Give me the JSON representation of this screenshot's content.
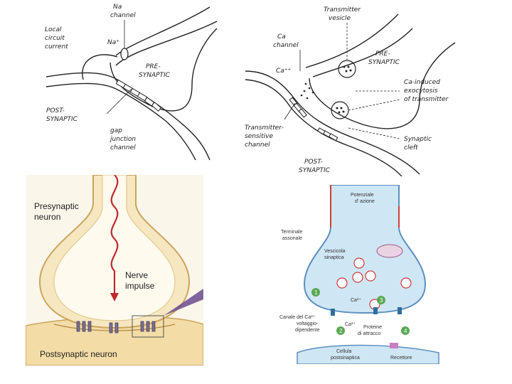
{
  "electrical": {
    "no_channel": [
      "Na",
      "channel"
    ],
    "local_current": [
      "Local",
      "circuit",
      "current"
    ],
    "na_ion": "Na⁺",
    "pre": [
      "PRE-",
      "SYNAPTIC"
    ],
    "post": [
      "POST-",
      "SYNAPTIC"
    ],
    "gap": [
      "gap",
      "junction",
      "channel"
    ]
  },
  "chemical": {
    "vesicle": [
      "Transmitter",
      "vesicle"
    ],
    "ca_channel": [
      "Ca",
      "channel"
    ],
    "ca_ion": "Ca⁺⁺",
    "pre": [
      "PRE-",
      "SYNAPTIC"
    ],
    "exocytosis": [
      "Ca-induced",
      "exocytosis",
      "of transmitter"
    ],
    "sensitive": [
      "Transmitter-",
      "sensitive",
      "channel"
    ],
    "cleft": [
      "Synaptic",
      "cleft"
    ],
    "post": [
      "POST-",
      "SYNAPTIC"
    ]
  },
  "neuron": {
    "presynaptic": [
      "Presynaptic",
      "neuron"
    ],
    "impulse": [
      "Nerve",
      "impulse"
    ],
    "postsynaptic": "Postsynaptic neuron"
  },
  "italian": {
    "potenziale": [
      "Potenziale",
      "d' azione"
    ],
    "terminale": [
      "Terminale",
      "assonale"
    ],
    "vescicola": [
      "Vescicola",
      "sinaptica"
    ],
    "canale": [
      "Canale del Ca²⁺",
      "voltaggio-",
      "dipendente"
    ],
    "ca1": "Ca²⁺",
    "ca2": "Ca²⁺",
    "proteine": [
      "Proteine",
      "di attracco"
    ],
    "cellula": [
      "Cellula",
      "postsinaptica"
    ],
    "recettore": "Recettore",
    "steps": [
      "1",
      "2",
      "3",
      "4"
    ]
  },
  "colors": {
    "line": "#222222",
    "neuron_fill": "#f6e7c1",
    "neuron_outline": "#caa45c",
    "impulse": "#c0282f",
    "cell_blue": "#cfe6f4",
    "cell_outline": "#5d8fbf",
    "step_green": "#5aa954",
    "vesicle_red": "#d23a3a"
  }
}
